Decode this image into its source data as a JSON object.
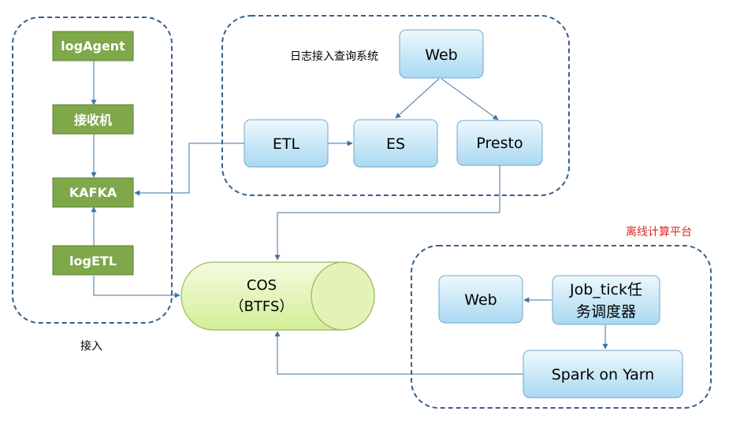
{
  "groups": {
    "ingest_caption": "接入",
    "query_caption": "日志接入查询系统",
    "offline_caption": "离线计算平台"
  },
  "nodes": {
    "log_agent": "logAgent",
    "receiver": "接收机",
    "kafka": "KAFKA",
    "log_etl": "logETL",
    "etl": "ETL",
    "es": "ES",
    "presto": "Presto",
    "web_query": "Web",
    "cos_line1": "COS",
    "cos_line2": "（BTFS）",
    "web_offline": "Web",
    "job_tick_line1": "Job_tick任",
    "job_tick_line2": "务调度器",
    "spark": "Spark on Yarn"
  },
  "colors": {
    "green_node": "#7ea84a",
    "blue_node_top": "#e9f6fc",
    "blue_node_bottom": "#a8d8f0",
    "cylinder": "#d9f0a0",
    "dashed_border": "#3a5f86",
    "connector": "#3d73a6",
    "offline_caption": "#e02020"
  }
}
